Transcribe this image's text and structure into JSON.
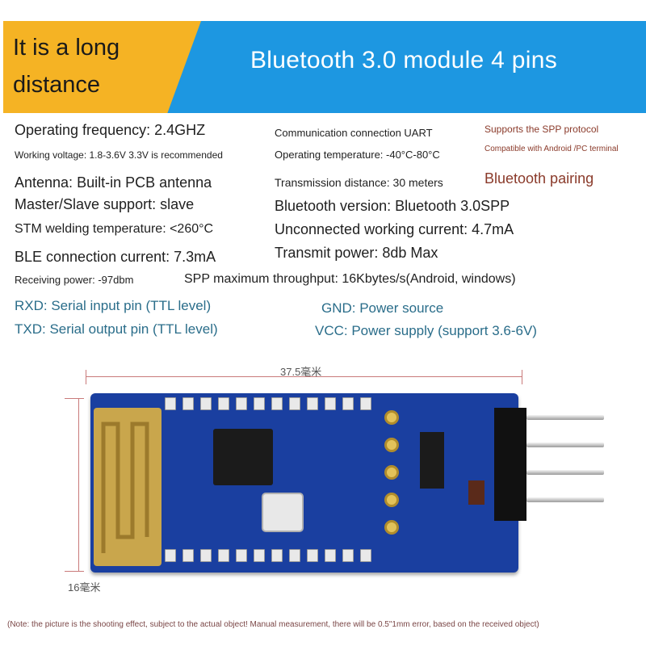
{
  "header": {
    "tag": "It is a long distance",
    "title": "Bluetooth 3.0 module 4 pins"
  },
  "specs": {
    "operating_frequency": "Operating frequency: 2.4GHZ",
    "communication": "Communication connection  UART",
    "spp_protocol": "Supports the SPP protocol",
    "working_voltage": "Working voltage: 1.8-3.6V 3.3V is recommended",
    "operating_temperature": "Operating temperature: -40°C-80°C",
    "compatible": "Compatible with Android /PC terminal",
    "antenna": "Antenna: Built-in PCB antenna",
    "transmission_distance": "Transmission distance: 30 meters",
    "pairing": "Bluetooth pairing",
    "master_slave": "Master/Slave support: slave",
    "bluetooth_version": "Bluetooth version: Bluetooth 3.0SPP",
    "stm_welding": "STM welding temperature: <260°C",
    "unconnected_current": "Unconnected working current: 4.7mA",
    "ble_current": "BLE connection current: 7.3mA",
    "transmit_power": "Transmit power: 8db Max",
    "receiving_power": "Receiving power: -97dbm",
    "spp_throughput": "SPP maximum throughput: 16Kbytes/s(Android, windows)"
  },
  "pins": {
    "rxd": "RXD: Serial input pin (TTL level)",
    "gnd": "GND: Power source",
    "txd": "TXD: Serial output pin (TTL level)",
    "vcc": "VCC: Power supply (support 3.6-6V)"
  },
  "dimensions": {
    "length": "37.5毫米",
    "width": "16毫米"
  },
  "note": "(Note: the picture is the shooting effect, subject to the actual object! Manual measurement, there will be 0.5\"1mm error, based on the received object)"
}
